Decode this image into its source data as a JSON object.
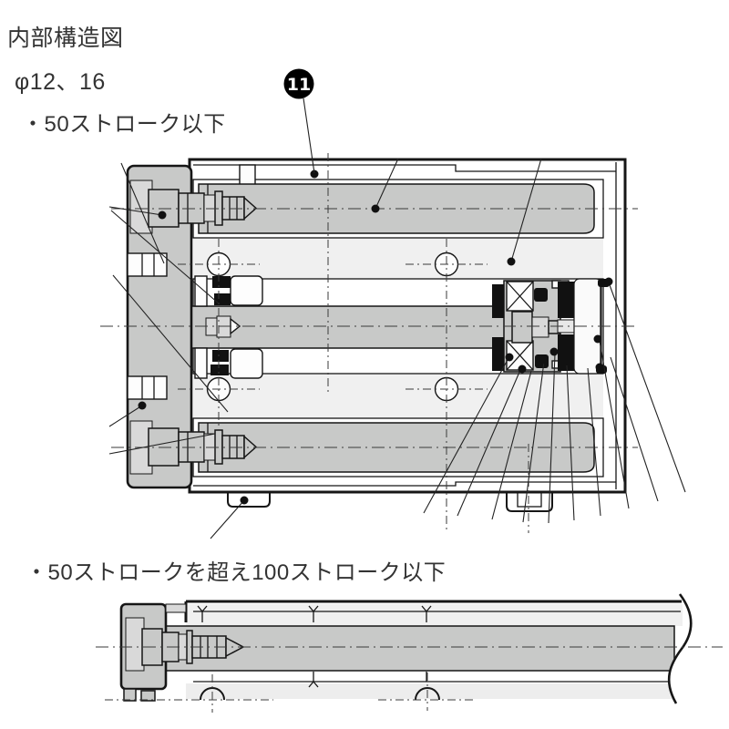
{
  "header": {
    "title": "内部構造図",
    "bore_label": "φ12、16"
  },
  "figures": [
    {
      "label": "・50ストローク以下",
      "balloon": "11"
    },
    {
      "label": "・50ストロークを超え100ストローク以下"
    }
  ],
  "colors": {
    "line": "#161616",
    "metal_gray": "#c8c9c8",
    "light_panel": "#f0f0f0",
    "balloon_bg": "#000000",
    "balloon_fg": "#ffffff"
  }
}
